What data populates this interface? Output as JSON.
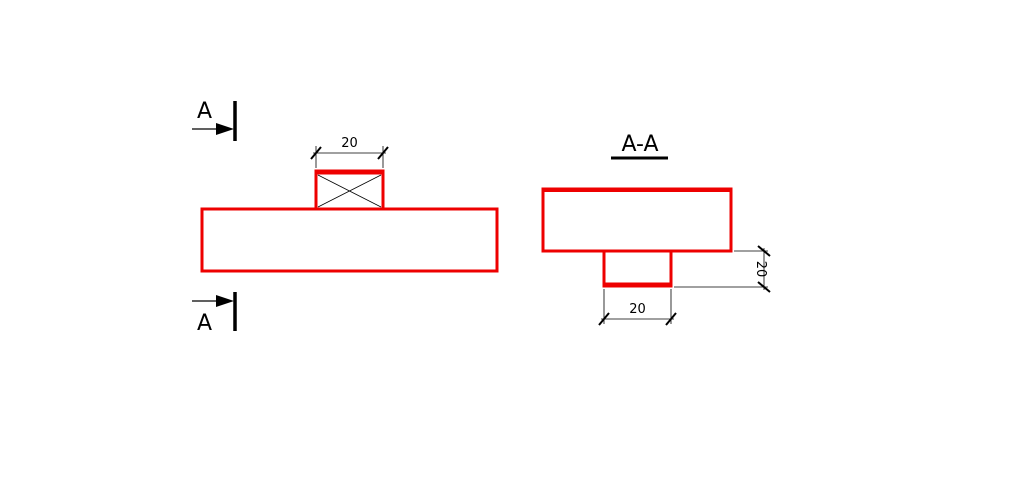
{
  "colors": {
    "outline": "#ee0000",
    "ink": "#000000",
    "background": "#ffffff"
  },
  "section_marks": {
    "top_letter": "A",
    "bottom_letter": "A"
  },
  "front_view": {
    "width_dimension": "20"
  },
  "section_view": {
    "title": "A-A",
    "width_dimension": "20",
    "height_dimension": "20"
  }
}
